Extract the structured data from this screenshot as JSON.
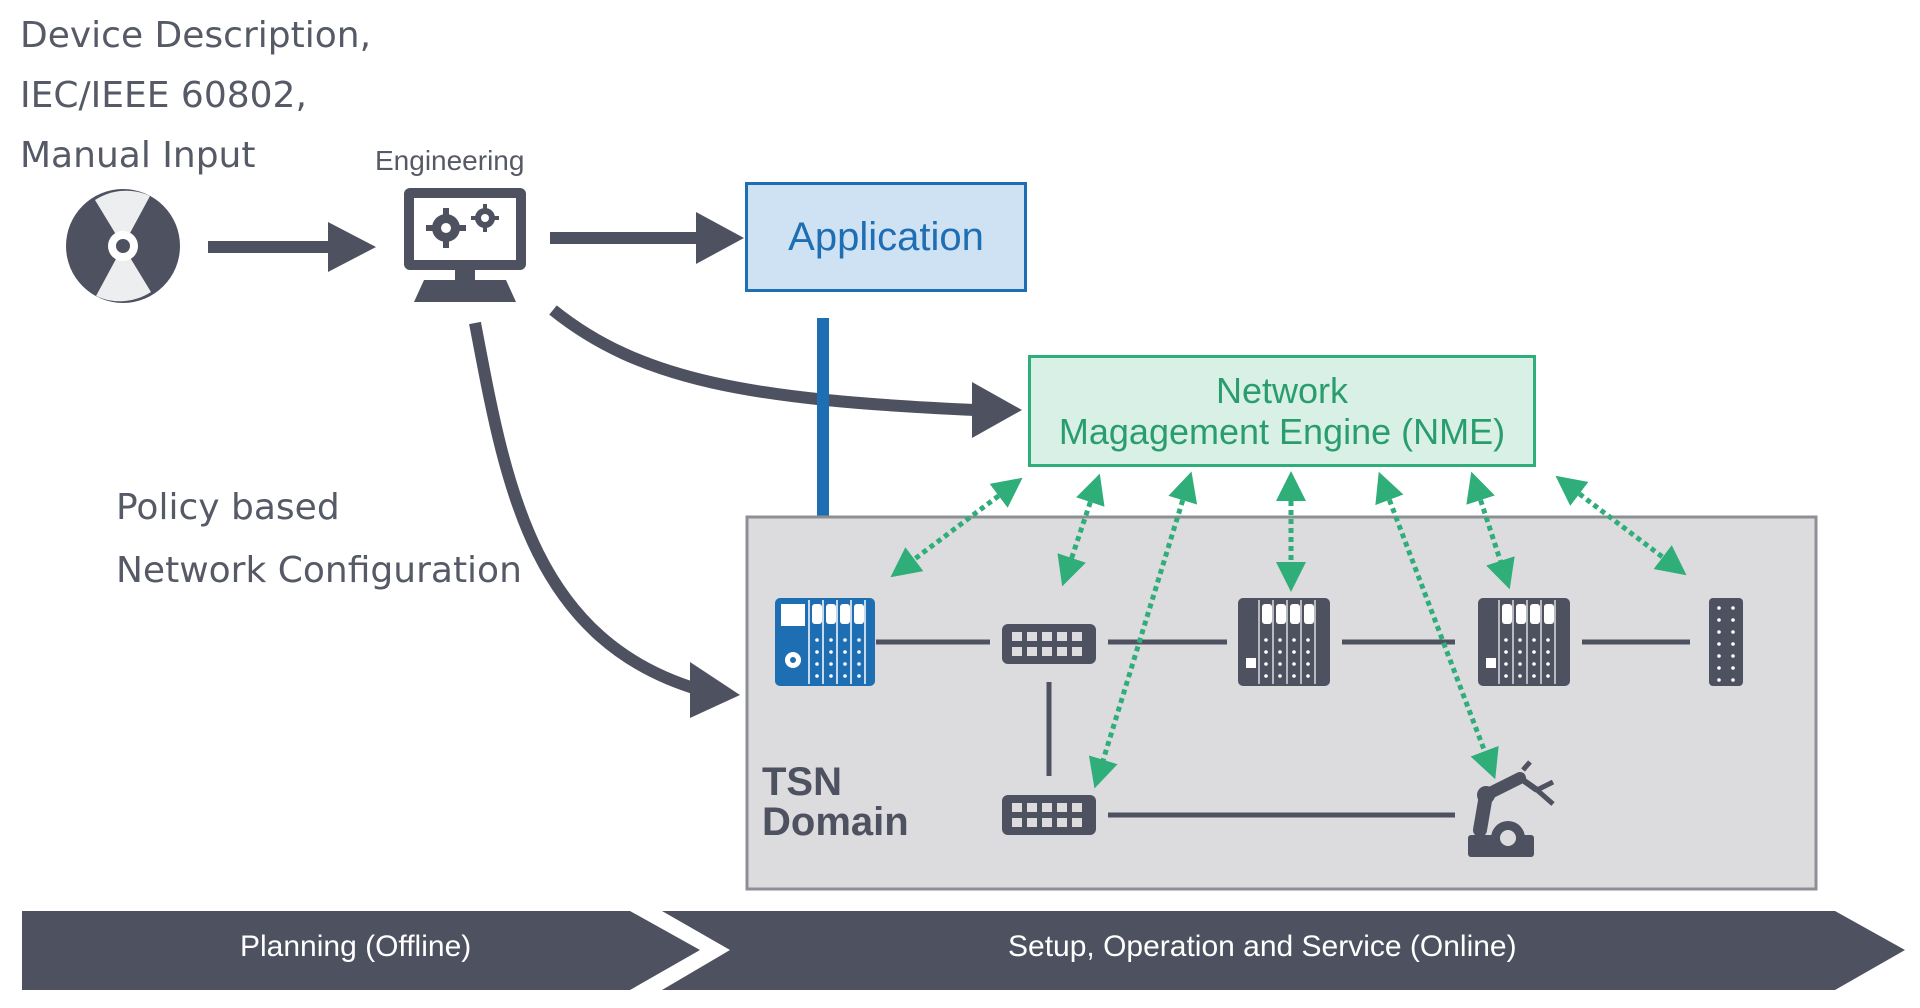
{
  "source": {
    "lines": [
      "Device Description,",
      "IEC/IEEE 60802,",
      "Manual Input"
    ],
    "icon": "disc-icon"
  },
  "engineering": {
    "label": "Engineering",
    "icon": "monitor-gears-icon"
  },
  "application": {
    "label": "Application"
  },
  "nme": {
    "line1": "Network",
    "line2": "Magagement Engine (NME)"
  },
  "policy": {
    "line1": "Policy based",
    "line2": "Network Configuration"
  },
  "tsn": {
    "line1": "TSN",
    "line2": "Domain",
    "devices": [
      {
        "name": "plc-controller-icon"
      },
      {
        "name": "switch-icon"
      },
      {
        "name": "io-module-icon"
      },
      {
        "name": "io-module-icon"
      },
      {
        "name": "io-slice-icon"
      },
      {
        "name": "switch-icon"
      },
      {
        "name": "robot-arm-icon"
      }
    ]
  },
  "banner": {
    "planning": "Planning (Offline)",
    "online": "Setup, Operation and Service (Online)"
  },
  "colors": {
    "gray": "#4e5160",
    "blue": "#1e6eb4",
    "green": "#2fae7a",
    "domain_bg": "#dcdcde"
  }
}
